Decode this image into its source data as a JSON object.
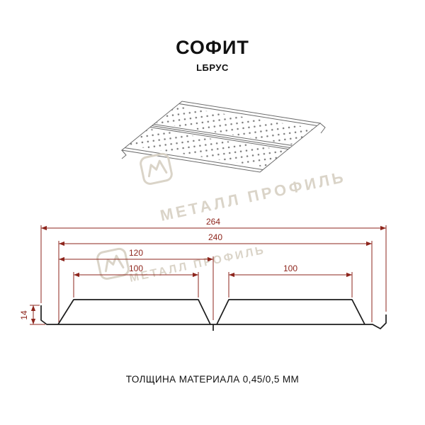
{
  "header": {
    "title": "СОФИТ",
    "subtitle": "LБРУС"
  },
  "watermark": {
    "text": "МЕТАЛЛ ПРОФИЛЬ"
  },
  "drawing": {
    "dimensions": {
      "overall_width": "264",
      "cover_width": "240",
      "half_width": "120",
      "pan_left": "100",
      "pan_right": "100",
      "height": "14"
    }
  },
  "footer": {
    "thickness_note": "ТОЛЩИНА МАТЕРИАЛА 0,45/0,5 ММ"
  },
  "colors": {
    "dimension_line": "#8e261d",
    "profile_line": "#1c1c1c",
    "panel_line": "#6b6b6b",
    "watermark": "#d9d2c6",
    "background": "#ffffff"
  }
}
